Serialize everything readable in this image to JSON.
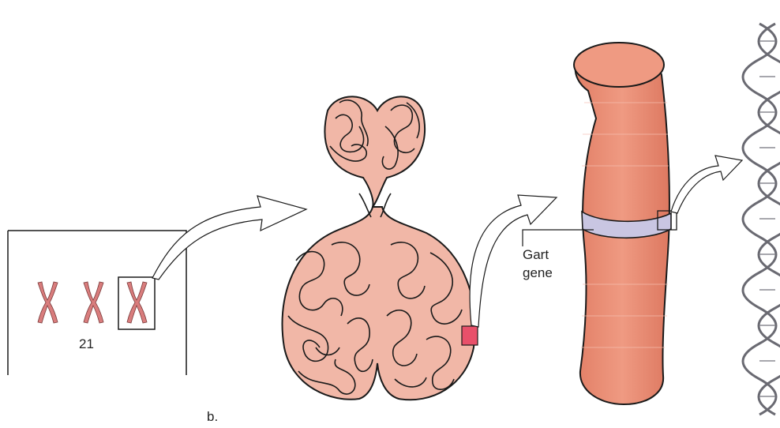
{
  "labels": {
    "chromosome_number": "21",
    "gene_name_line1": "Gart",
    "gene_name_line2": "gene",
    "panel_letter": "b."
  },
  "colors": {
    "chromosome_pink": "#d97d7d",
    "chromatin_fill": "#f1b7a7",
    "chromosome_body": "#ec8f76",
    "gene_band": "#c9c6e2",
    "gene_highlight": "#e8506a",
    "dna_helix": "#6a6a72",
    "outline": "#1a1a1a"
  },
  "icons": {
    "arrow": "curved-arrow-icon"
  }
}
